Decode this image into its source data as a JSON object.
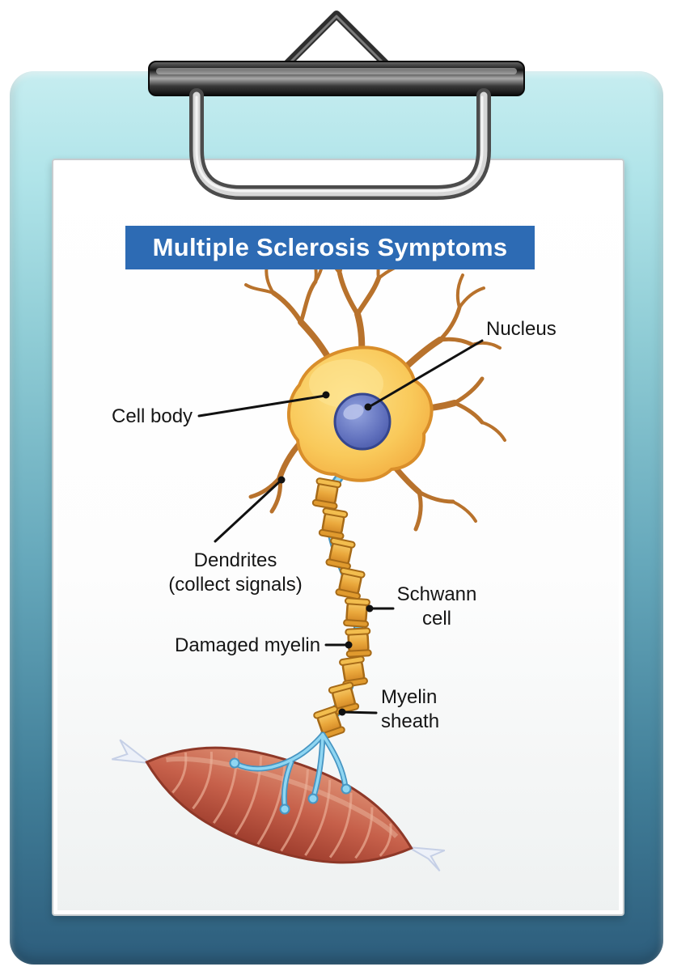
{
  "title_banner": {
    "text": "Multiple Sclerosis Symptoms"
  },
  "labels": {
    "nucleus": "Nucleus",
    "cell_body": "Cell body",
    "dendrites": {
      "line1": "Dendrites",
      "line2": "(collect signals)"
    },
    "schwann": {
      "line1": "Schwann",
      "line2": "cell"
    },
    "damaged_myelin": "Damaged myelin",
    "myelin_sheath": {
      "line1": "Myelin",
      "line2": "sheath"
    }
  },
  "colors": {
    "title_bg": "#2d6bb4",
    "clipboard_top": "#c6edf0",
    "clipboard_bottom": "#2d5d7c",
    "paper": "#ffffff",
    "cell_body": "#f6bb47",
    "nucleus": "#5f6fbc",
    "dendrite": "#b8722c",
    "axon": "#8fd6f2",
    "myelin": "#eaa83c",
    "muscle": "#c6604a",
    "label_text": "#161616"
  }
}
